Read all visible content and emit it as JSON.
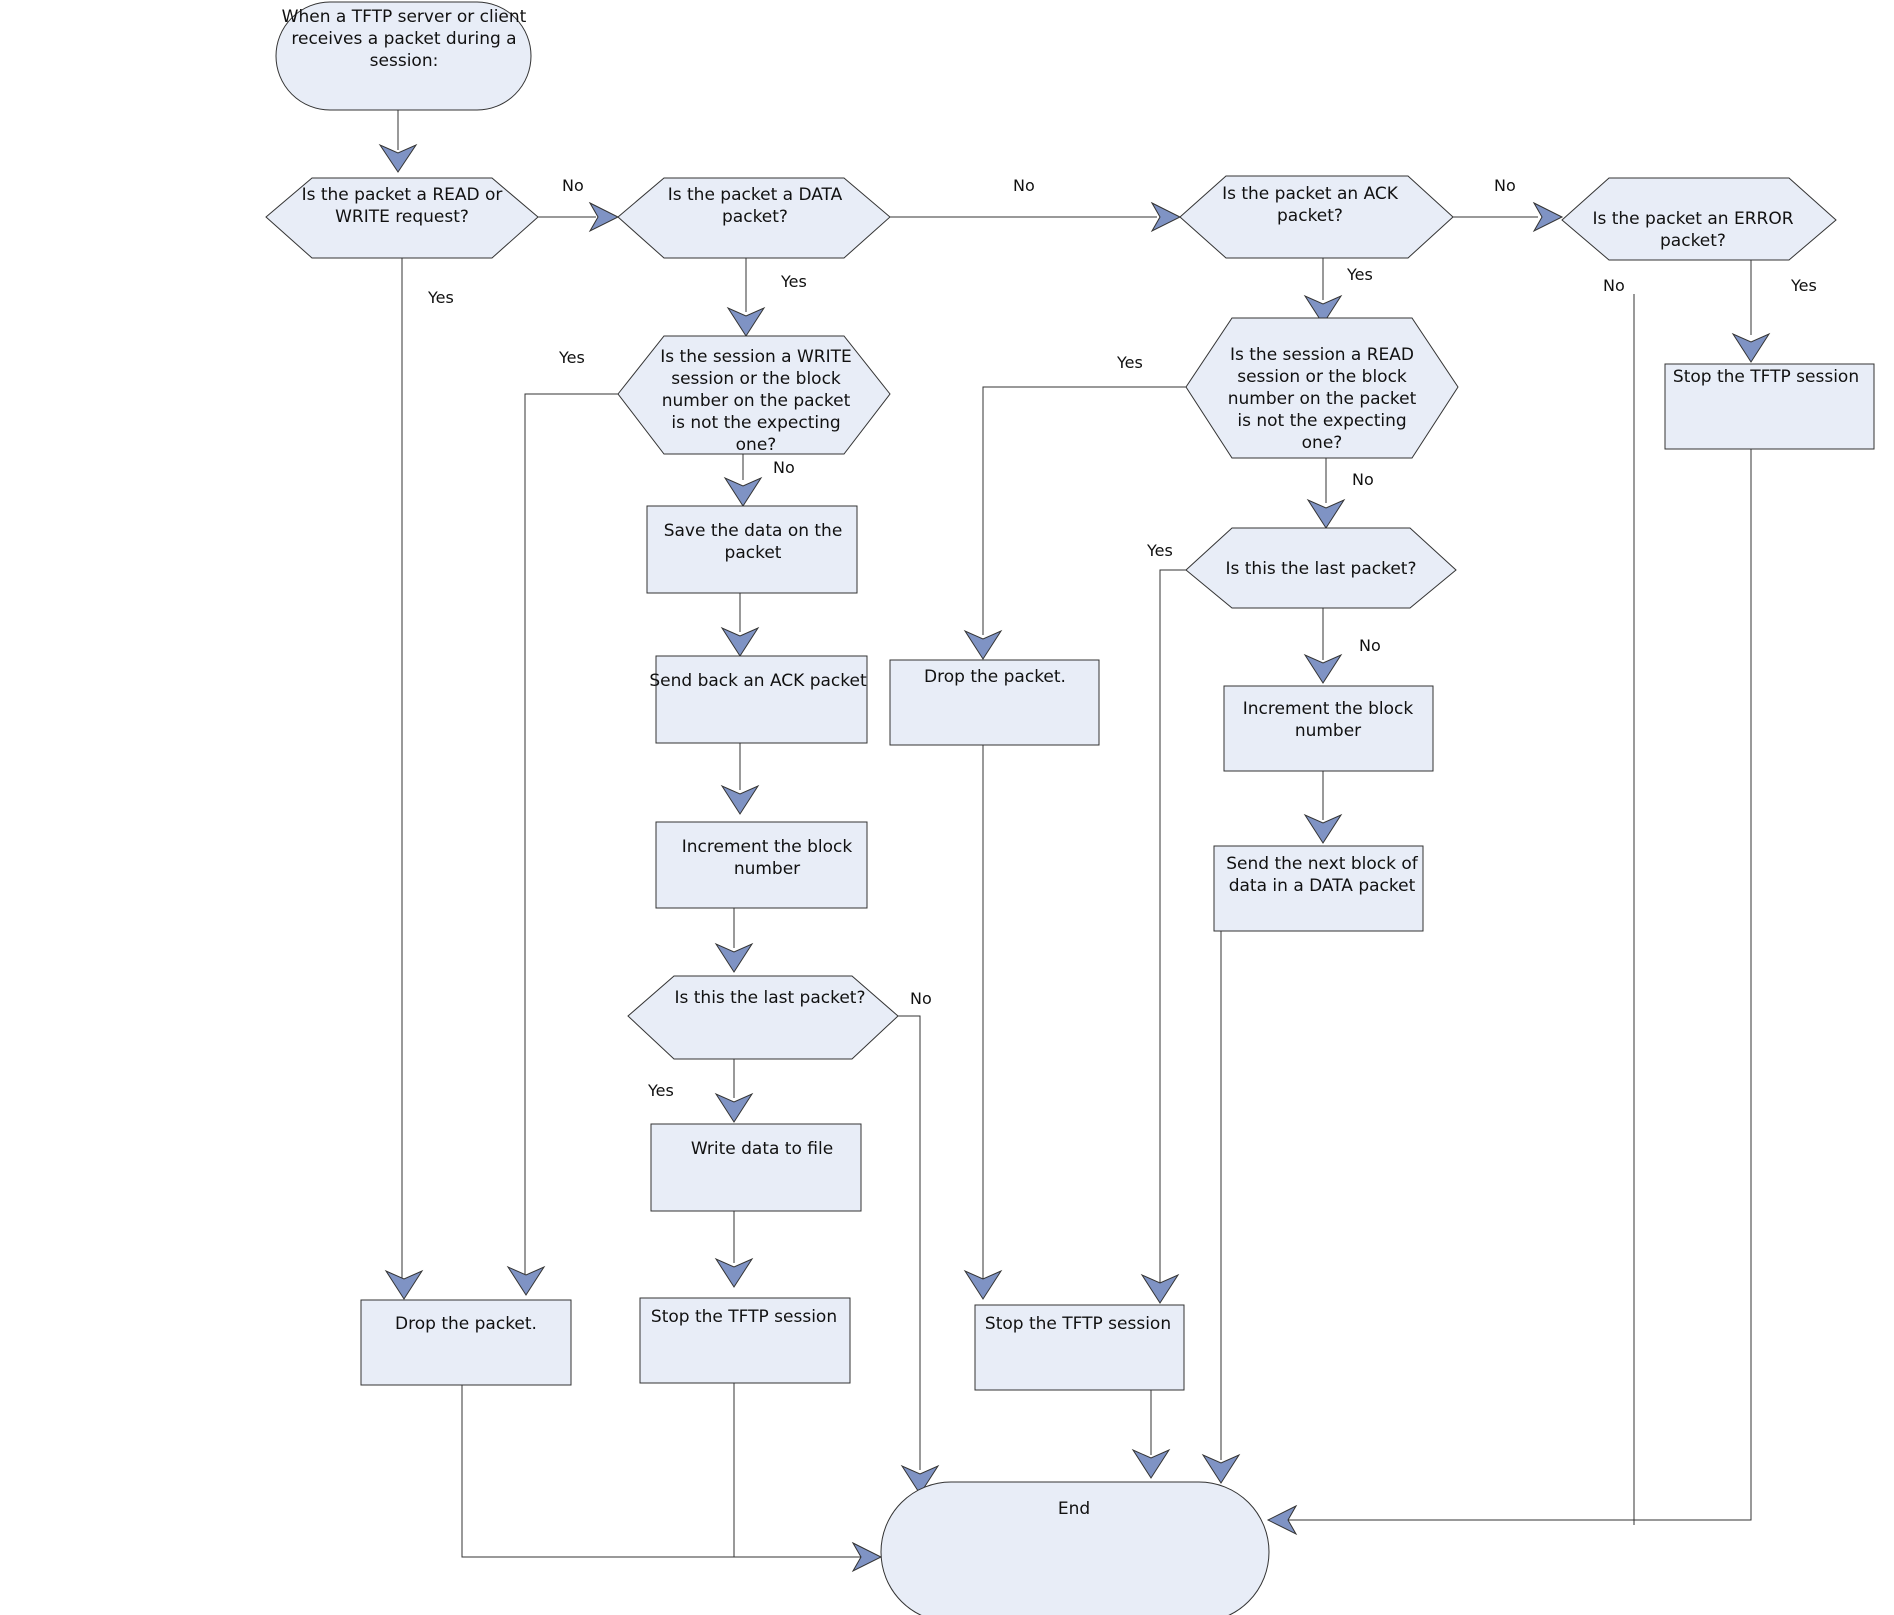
{
  "nodes": {
    "start": "When a TFTP server or client receives a packet during a session:",
    "q_read_write": "Is the packet a READ or WRITE request?",
    "q_data": "Is the packet a DATA packet?",
    "q_ack": "Is the packet an ACK packet?",
    "q_error": "Is the packet an ERROR packet?",
    "q_write_session": "Is the session a WRITE session or the block number on the packet is not the expecting one?",
    "save_data": "Save the data on the packet",
    "send_ack": "Send back an ACK packet",
    "inc_block_1": "Increment the block number",
    "q_last_1": "Is this the last packet?",
    "write_file": "Write data to file",
    "stop_1": "Stop the TFTP session",
    "drop_1": "Drop the packet.",
    "q_read_session": "Is the session a READ session or the block number on the packet is not the expecting one?",
    "q_last_2": "Is this the last packet?",
    "inc_block_2": "Increment the block number",
    "send_next": "Send the next block of data in a DATA packet",
    "drop_2": "Drop the packet.",
    "stop_2": "Stop the TFTP session",
    "stop_3": "Stop the TFTP session",
    "end": "End"
  },
  "edge_labels": {
    "yes": "Yes",
    "no": "No"
  },
  "colors": {
    "node_fill": "#e8edf7",
    "arrow_fill": "#7f93c4",
    "stroke": "#333333"
  }
}
